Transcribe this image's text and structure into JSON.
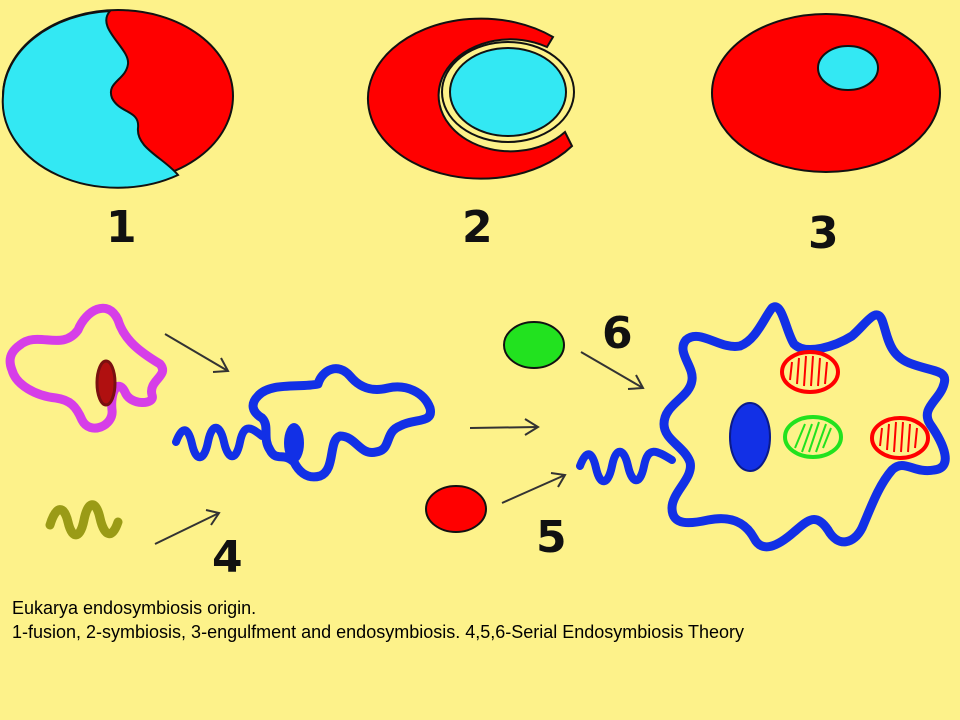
{
  "colors": {
    "background": "#fdf28a",
    "red": "#ff0000",
    "cyan": "#33e8f3",
    "magenta": "#d63ee8",
    "blue": "#1230e6",
    "green": "#22e21f",
    "olive": "#9a9b16",
    "dark_red": "#b01010"
  },
  "labels": {
    "step1": "1",
    "step2": "2",
    "step3": "3",
    "step4": "4",
    "step5": "5",
    "step6": "6"
  },
  "caption": {
    "line1": "Eukarya endosymbiosis origin.",
    "line2": "1-fusion, 2-symbiosis, 3-engulfment and endosymbiosis. 4,5,6-Serial Endosymbiosis Theory"
  }
}
